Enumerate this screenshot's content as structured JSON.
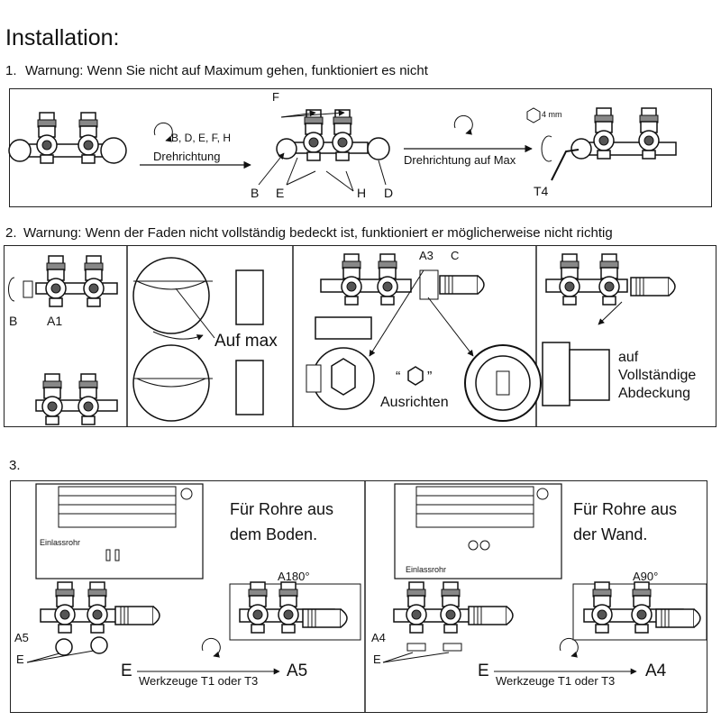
{
  "page": {
    "title": "Installation:",
    "step1": {
      "num": "1.",
      "text": "Warnung: Wenn Sie nicht auf Maximum gehen, funktioniert es nicht"
    },
    "step2": {
      "num": "2.",
      "text": "Warnung: Wenn der Faden nicht vollständig bedeckt ist, funktioniert er möglicherweise nicht richtig"
    },
    "step3": {
      "num": "3."
    }
  },
  "row1": {
    "rot_letters": "B, D, E, F, H",
    "drehrichtung": "Drehrichtung",
    "drehrichtung_max": "Drehrichtung auf Max",
    "hex_size": "4 mm",
    "labels": {
      "F": "F",
      "B": "B",
      "E": "E",
      "H": "H",
      "D": "D",
      "T4": "T4"
    }
  },
  "row2": {
    "labels": {
      "B": "B",
      "A1": "A1",
      "A3": "A3",
      "C": "C"
    },
    "auf_max": "Auf max",
    "ausrichten": "Ausrichten",
    "quote_open": "“",
    "quote_close": "”",
    "abdeckung": [
      "auf",
      "Vollständige",
      "Abdeckung"
    ]
  },
  "row3": {
    "left": {
      "heading": [
        "Für Rohre aus",
        "dem Boden."
      ],
      "einlass": "Einlassrohr",
      "angle": "A180°",
      "labels": {
        "A5": "A5",
        "E": "E"
      },
      "e_letter": "E",
      "tools": "Werkzeuge T1 oder T3",
      "target": "A5"
    },
    "right": {
      "heading": [
        "Für Rohre aus",
        "der Wand."
      ],
      "einlass": "Einlassrohr",
      "angle": "A90°",
      "labels": {
        "A4": "A4",
        "E": "E"
      },
      "e_letter": "E",
      "tools": "Werkzeuge T1 oder T3",
      "target": "A4"
    }
  }
}
